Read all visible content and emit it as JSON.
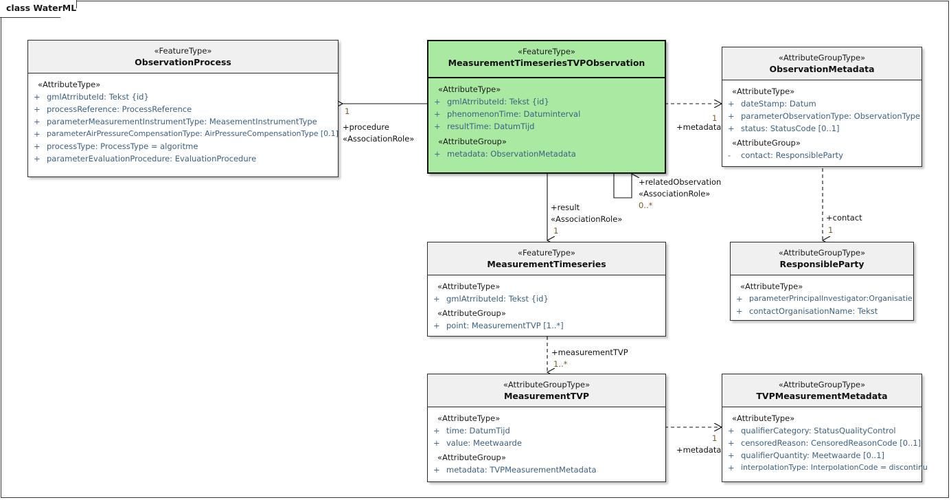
{
  "diagram": {
    "frame_label": "class WaterML",
    "colors": {
      "highlight_fill": "#a9e9a1",
      "class_header_fill": "#f0f0f0",
      "class_body_fill": "#ffffff",
      "border": "#2b2b2b",
      "attribute_text": "#3d6182",
      "multiplicity_text": "#7a5a22"
    }
  },
  "classes": {
    "observation_process": {
      "stereotype": "«FeatureType»",
      "name": "ObservationProcess",
      "sections": [
        {
          "group": "«AttributeType»",
          "attributes": [
            {
              "vis": "+",
              "text": "gmlAtrributeId: Tekst {id}"
            },
            {
              "vis": "+",
              "text": "processReference: ProcessReference"
            },
            {
              "vis": "+",
              "text": "parameterMeasurementInstrumentType: MeasementInstrumentType"
            },
            {
              "vis": "+",
              "text": "parameterAirPressureCompensationType: AirPressureCompensationType [0.1]"
            },
            {
              "vis": "+",
              "text": "processType: ProcessType = algoritme"
            },
            {
              "vis": "+",
              "text": "parameterEvaluationProcedure: EvaluationProcedure"
            }
          ]
        }
      ]
    },
    "mts_tvp_observation": {
      "stereotype": "«FeatureType»",
      "name": "MeasurementTimeseriesTVPObservation",
      "sections": [
        {
          "group": "«AttributeType»",
          "attributes": [
            {
              "vis": "+",
              "text": "gmlAtrributeId: Tekst {id}"
            },
            {
              "vis": "+",
              "text": "phenomenonTime: Datuminterval"
            },
            {
              "vis": "+",
              "text": "resultTime: DatumTijd"
            }
          ]
        },
        {
          "group": "«AttributeGroup»",
          "attributes": [
            {
              "vis": "+",
              "text": "metadata: ObservationMetadata"
            }
          ]
        }
      ]
    },
    "observation_metadata": {
      "stereotype": "«AttributeGroupType»",
      "name": "ObservationMetadata",
      "sections": [
        {
          "group": "«AttributeType»",
          "attributes": [
            {
              "vis": "+",
              "text": "dateStamp: Datum"
            },
            {
              "vis": "+",
              "text": "parameterObservationType: ObservationType"
            },
            {
              "vis": "+",
              "text": "status: StatusCode [0..1]"
            }
          ]
        },
        {
          "group": "«AttributeGroup»",
          "attributes": [
            {
              "vis": "-",
              "text": "contact: ResponsibleParty"
            }
          ]
        }
      ]
    },
    "measurement_timeseries": {
      "stereotype": "«FeatureType»",
      "name": "MeasurementTimeseries",
      "sections": [
        {
          "group": "«AttributeType»",
          "attributes": [
            {
              "vis": "+",
              "text": "gmlAtrributeId: Tekst {id}"
            }
          ]
        },
        {
          "group": "«AttributeGroup»",
          "attributes": [
            {
              "vis": "+",
              "text": "point: MeasurementTVP [1..*]"
            }
          ]
        }
      ]
    },
    "responsible_party": {
      "stereotype": "«AttributeGroupType»",
      "name": "ResponsibleParty",
      "sections": [
        {
          "group": "«AttributeType»",
          "attributes": [
            {
              "vis": "+",
              "text": "parameterPrincipalInvestigator:Organisatie"
            },
            {
              "vis": "+",
              "text": "contactOrganisationName: Tekst"
            }
          ]
        }
      ]
    },
    "measurement_tvp": {
      "stereotype": "«AttributeGroupType»",
      "name": "MeasurementTVP",
      "sections": [
        {
          "group": "«AttributeType»",
          "attributes": [
            {
              "vis": "+",
              "text": "time: DatumTijd"
            },
            {
              "vis": "+",
              "text": "value: Meetwaarde"
            }
          ]
        },
        {
          "group": "«AttributeGroup»",
          "attributes": [
            {
              "vis": "+",
              "text": "metadata: TVPMeasurementMetadata"
            }
          ]
        }
      ]
    },
    "tvp_measurement_metadata": {
      "stereotype": "«AttributeGroupType»",
      "name": "TVPMeasurementMetadata",
      "sections": [
        {
          "group": "«AttributeType»",
          "attributes": [
            {
              "vis": "+",
              "text": "qualifierCategory: StatusQualityControl"
            },
            {
              "vis": "+",
              "text": "censoredReason: CensoredReasonCode [0..1]"
            },
            {
              "vis": "+",
              "text": "qualifierQuantity: Meetwaarde [0..1]"
            },
            {
              "vis": "+",
              "text": "interpolationType: InterpolationCode = discontinu"
            }
          ]
        }
      ]
    }
  },
  "connectors": {
    "procedure": {
      "multiplicity": "1",
      "role": "+procedure",
      "stereotype": "«AssociationRole»"
    },
    "metadata_observation": {
      "multiplicity": "1",
      "role": "+metadata"
    },
    "result": {
      "role": "+result",
      "stereotype": "«AssociationRole»",
      "multiplicity": "1"
    },
    "related_observation": {
      "role": "+relatedObservation",
      "stereotype": "«AssociationRole»",
      "multiplicity": "0..*"
    },
    "contact": {
      "role": "+contact",
      "multiplicity": "1"
    },
    "measurement_tvp": {
      "role": "+measurementTVP",
      "multiplicity": "1..*"
    },
    "metadata_tvp": {
      "multiplicity": "1",
      "role": "+metadata"
    }
  }
}
